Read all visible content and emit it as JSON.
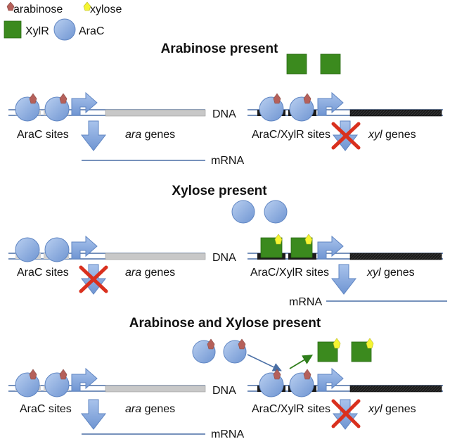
{
  "legend": {
    "arabinose": "arabinose",
    "xylose": "xylose",
    "xylr": "XylR",
    "arac": "AraC"
  },
  "panels": [
    {
      "heading": "Arabinose present",
      "left": {
        "sites": "AraC sites",
        "genes_italic": "ara",
        "genes_rest": " genes",
        "dna": "DNA",
        "mrna": "mRNA"
      },
      "right": {
        "sites": "AraC/XylR sites",
        "genes_italic": "xyl",
        "genes_rest": " genes"
      }
    },
    {
      "heading": "Xylose present",
      "left": {
        "sites": "AraC sites",
        "genes_italic": "ara",
        "genes_rest": " genes",
        "dna": "DNA"
      },
      "right": {
        "sites": "AraC/XylR sites",
        "genes_italic": "xyl",
        "genes_rest": " genes",
        "mrna": "mRNA"
      }
    },
    {
      "heading": "Arabinose and Xylose present",
      "left": {
        "sites": "AraC sites",
        "genes_italic": "ara",
        "genes_rest": " genes",
        "dna": "DNA",
        "mrna": "mRNA"
      },
      "right": {
        "sites": "AraC/XylR sites",
        "genes_italic": "xyl",
        "genes_rest": " genes"
      }
    }
  ],
  "colors": {
    "dna_line": "#4a6fa5",
    "arac_fill": "#8fb0e3",
    "xylr_fill": "#3b8a1e",
    "arabinose_fill": "#b5605a",
    "xylose_fill": "#f5f532",
    "ara_gene": "#c8c8c8",
    "xyl_gene": "#1a1a1a",
    "cross": "#d9301e",
    "arrow": "#8fb0e3"
  }
}
